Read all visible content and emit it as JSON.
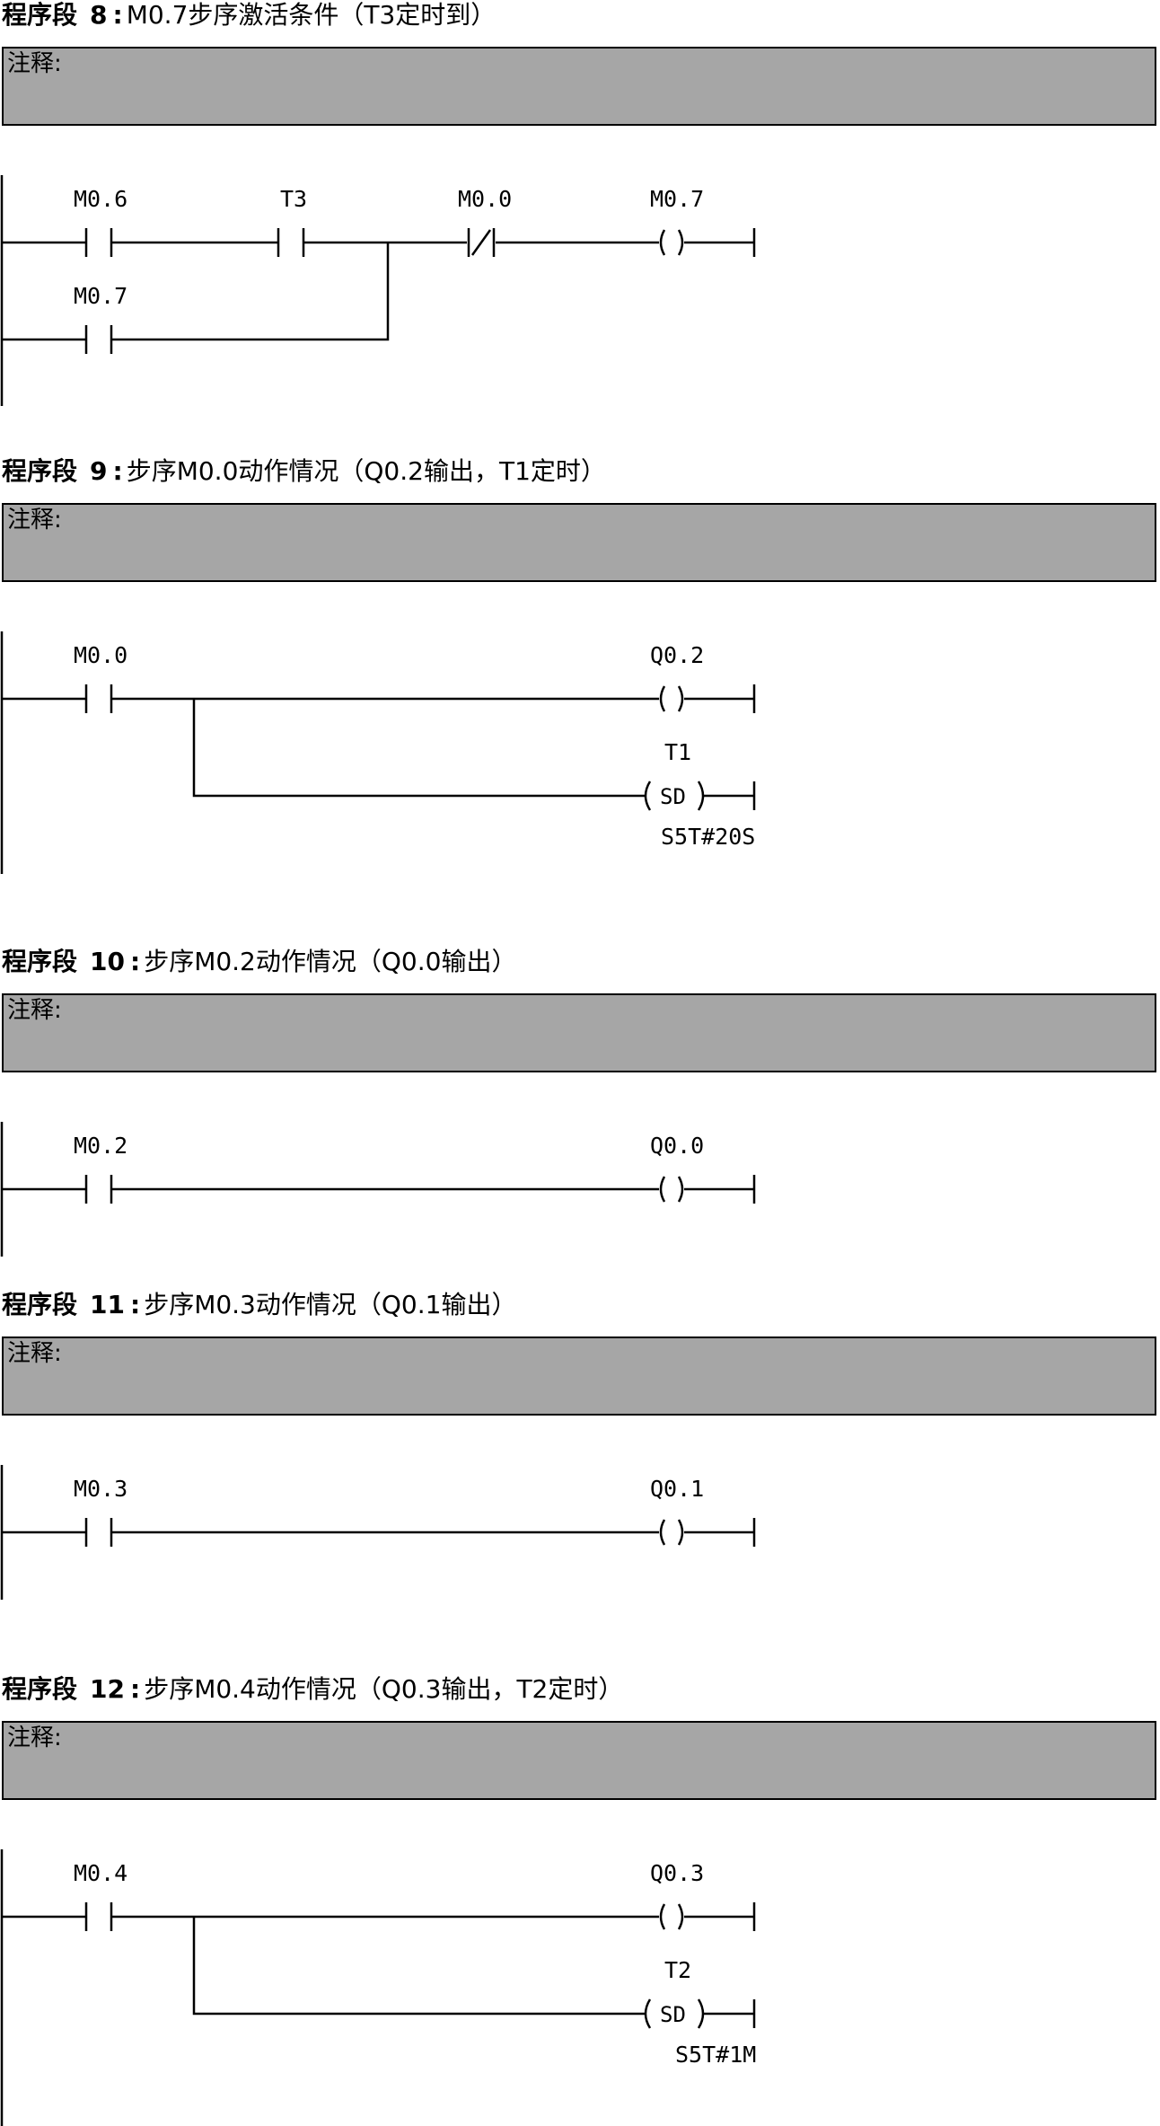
{
  "networks": [
    {
      "label": "程序段",
      "number": "8",
      "separator": ":",
      "description": "M0.7步序激活条件（T3定时到）",
      "comment_label": "注释:",
      "contacts": [
        {
          "address": "M0.6",
          "type": "no"
        },
        {
          "address": "T3",
          "type": "no"
        },
        {
          "address": "M0.0",
          "type": "nc"
        },
        {
          "address": "M0.7",
          "type": "no"
        }
      ],
      "coils": [
        {
          "address": "M0.7",
          "symbol": "( )"
        }
      ]
    },
    {
      "label": "程序段",
      "number": "9",
      "separator": ":",
      "description": "步序M0.0动作情况（Q0.2输出，T1定时）",
      "comment_label": "注释:",
      "contacts": [
        {
          "address": "M0.0",
          "type": "no"
        }
      ],
      "coils": [
        {
          "address": "Q0.2",
          "symbol": "( )"
        },
        {
          "address": "T1",
          "symbol": "SD",
          "preset": "S5T#20S"
        }
      ]
    },
    {
      "label": "程序段",
      "number": "10",
      "separator": ":",
      "description": "步序M0.2动作情况（Q0.0输出）",
      "comment_label": "注释:",
      "contacts": [
        {
          "address": "M0.2",
          "type": "no"
        }
      ],
      "coils": [
        {
          "address": "Q0.0",
          "symbol": "( )"
        }
      ]
    },
    {
      "label": "程序段",
      "number": "11",
      "separator": ":",
      "description": "步序M0.3动作情况（Q0.1输出）",
      "comment_label": "注释:",
      "contacts": [
        {
          "address": "M0.3",
          "type": "no"
        }
      ],
      "coils": [
        {
          "address": "Q0.1",
          "symbol": "( )"
        }
      ]
    },
    {
      "label": "程序段",
      "number": "12",
      "separator": ":",
      "description": "步序M0.4动作情况（Q0.3输出，T2定时）",
      "comment_label": "注释:",
      "contacts": [
        {
          "address": "M0.4",
          "type": "no"
        }
      ],
      "coils": [
        {
          "address": "Q0.3",
          "symbol": "( )"
        },
        {
          "address": "T2",
          "symbol": "SD",
          "preset": "S5T#1M"
        }
      ]
    }
  ]
}
